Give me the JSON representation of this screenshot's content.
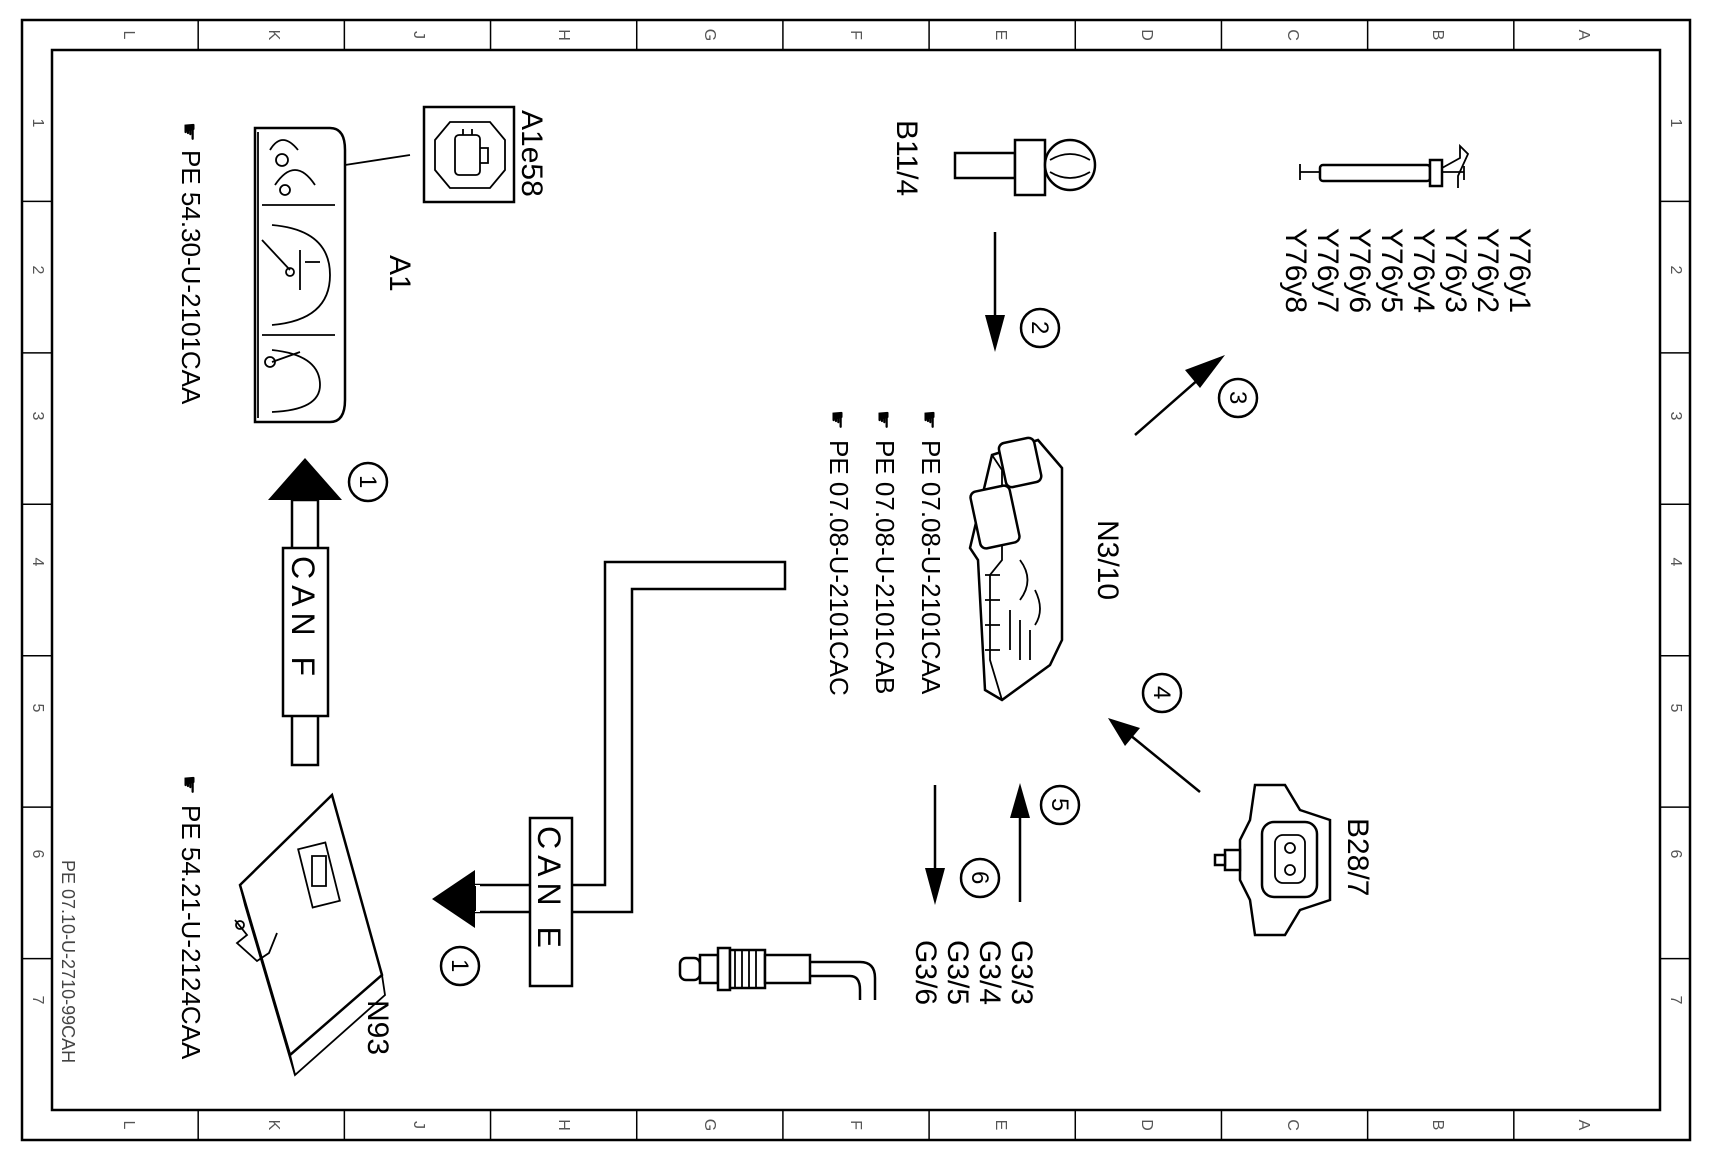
{
  "grid": {
    "columns": [
      "L",
      "K",
      "J",
      "H",
      "G",
      "F",
      "E",
      "D",
      "C",
      "B",
      "A"
    ],
    "rows": [
      "1",
      "2",
      "3",
      "4",
      "5",
      "6",
      "7"
    ]
  },
  "document_id": "PE 07.10-U-2710-99CAH",
  "components": {
    "A1": {
      "label": "A1",
      "ref": "PE 54.30-U-2101CAA"
    },
    "A1e58": {
      "label": "A1e58"
    },
    "B11_4": {
      "label": "B11/4"
    },
    "Y76": {
      "labels": [
        "Y76y1",
        "Y76y2",
        "Y76y3",
        "Y76y4",
        "Y76y5",
        "Y76y6",
        "Y76y7",
        "Y76y8"
      ]
    },
    "N3_10": {
      "label": "N3/10",
      "refs": [
        "PE 07.08-U-2101CAA",
        "PE 07.08-U-2101CAB",
        "PE 07.08-U-2101CAC"
      ]
    },
    "B28_7": {
      "label": "B28/7"
    },
    "G3": {
      "labels": [
        "G3/3",
        "G3/4",
        "G3/5",
        "G3/6"
      ]
    },
    "N93": {
      "label": "N93",
      "ref": "PE 54.21-U-2124CAA"
    }
  },
  "buses": {
    "can_f": "CAN F",
    "can_e": "CAN E"
  },
  "signals": {
    "s1a": "1",
    "s1b": "1",
    "s2": "2",
    "s3": "3",
    "s4": "4",
    "s5": "5",
    "s6": "6"
  }
}
